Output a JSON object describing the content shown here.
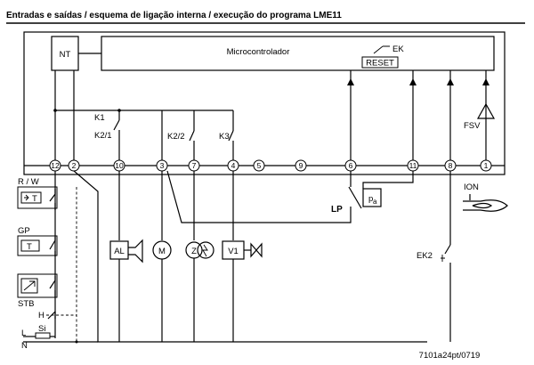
{
  "title": "Entradas e saídas / esquema de ligação interna / execução do programa LME11",
  "footer_code": "7101a24pt/0719",
  "blocks": {
    "nt": "NT",
    "microcontroller": "Microcontrolador",
    "ek": "EK",
    "reset": "RESET",
    "fsv": "FSV",
    "ion": "ION",
    "ek2": "EK2",
    "lp": "LP",
    "pa_main": "p",
    "pa_sub": "a"
  },
  "relays": {
    "k1": "K1",
    "k2_1": "K2/1",
    "k2_2": "K2/2",
    "k3": "K3"
  },
  "terminals": [
    "12",
    "2",
    "10",
    "3",
    "7",
    "4",
    "5",
    "9",
    "6",
    "11",
    "8",
    "1"
  ],
  "devices": {
    "al": "AL",
    "m": "M",
    "z": "Z",
    "v1": "V1"
  },
  "left_devices": {
    "rw": "R / W",
    "gp": "GP",
    "stb": "STB",
    "h": "H",
    "si": "Si",
    "l": "L",
    "n": "N",
    "t": "T"
  }
}
